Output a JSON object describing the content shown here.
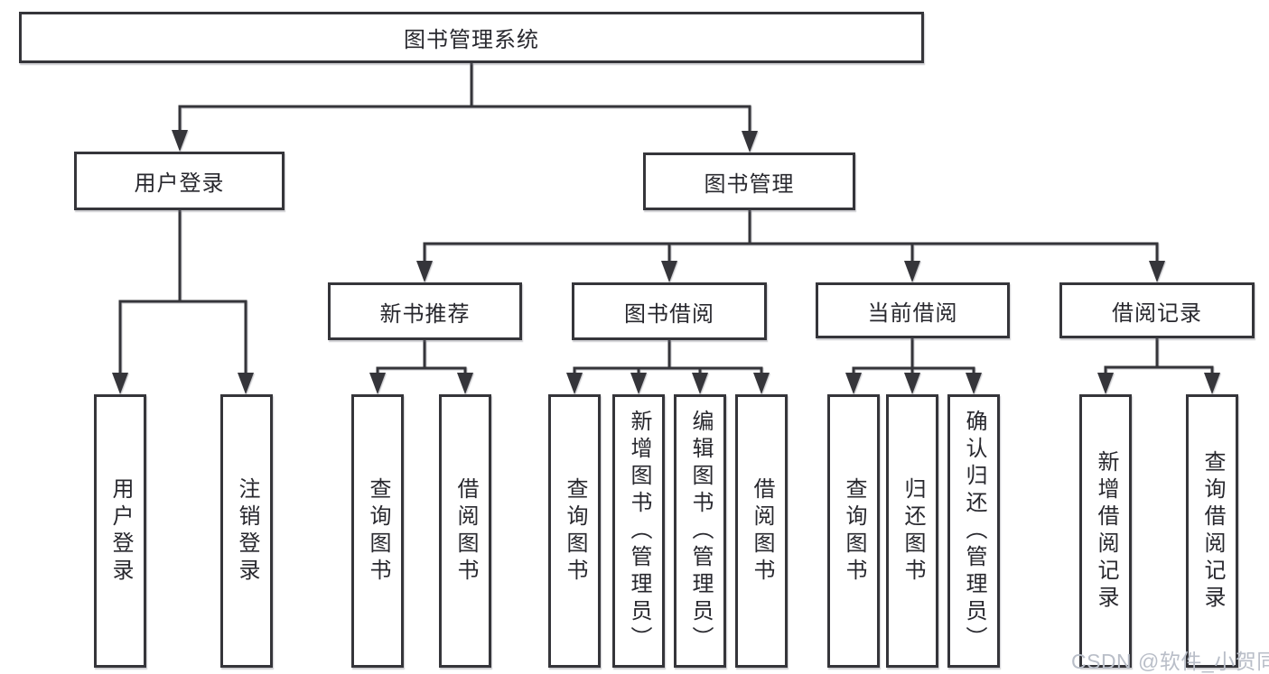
{
  "diagram_type": "hierarchy-tree",
  "tree": {
    "label": "图书管理系统",
    "children": [
      {
        "label": "用户登录",
        "children": [
          {
            "label": "用户登录"
          },
          {
            "label": "注销登录"
          }
        ]
      },
      {
        "label": "图书管理",
        "children": [
          {
            "label": "新书推荐",
            "children": [
              {
                "label": "查询图书"
              },
              {
                "label": "借阅图书"
              }
            ]
          },
          {
            "label": "图书借阅",
            "children": [
              {
                "label": "查询图书"
              },
              {
                "label": "新增图书（管理员）"
              },
              {
                "label": "编辑图书（管理员）"
              },
              {
                "label": "借阅图书"
              }
            ]
          },
          {
            "label": "当前借阅",
            "children": [
              {
                "label": "查询图书"
              },
              {
                "label": "归还图书"
              },
              {
                "label": "确认归还（管理员）"
              }
            ]
          },
          {
            "label": "借阅记录",
            "children": [
              {
                "label": "新增借阅记录"
              },
              {
                "label": "查询借阅记录"
              }
            ]
          }
        ]
      }
    ]
  },
  "watermark": {
    "text": "CSDN @软件_小贺同学"
  },
  "colors": {
    "line": "#35353a",
    "box_border": "#35353a",
    "text": "#28282e",
    "background": "#ffffff",
    "watermark": "#b9bec8"
  }
}
